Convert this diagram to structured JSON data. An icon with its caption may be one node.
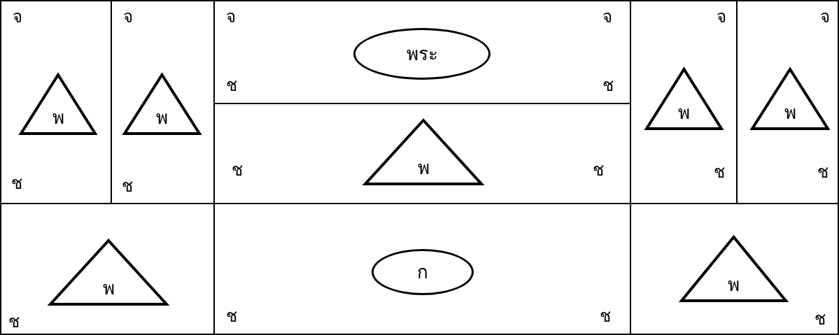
{
  "diagram": {
    "nodes": [
      {
        "text": [
          "จ",
          "ช"
        ]
      },
      {
        "text": [
          "พ"
        ],
        "in": 0
      },
      {
        "text": [
          "จ",
          "ช"
        ]
      },
      {
        "text": [
          "พ"
        ],
        "in": 2
      },
      {
        "text": [
          "จ",
          "จ",
          "ช",
          "ช"
        ]
      },
      {
        "text": [
          "พระ"
        ],
        "in": 4
      },
      {
        "text": [
          "ช",
          "ช"
        ]
      },
      {
        "text": [
          "พ"
        ],
        "in": 6
      },
      {
        "text": [
          "จ",
          "ช"
        ]
      },
      {
        "text": [
          "พ"
        ],
        "in": 8
      },
      {
        "text": [
          "จ",
          "ช"
        ]
      },
      {
        "text": [
          "พ"
        ],
        "in": 10
      },
      {
        "text": [
          "ช"
        ]
      },
      {
        "text": [
          "พ"
        ],
        "in": 12
      },
      {
        "text": [
          "ช",
          "ช"
        ]
      },
      {
        "text": [
          "ก"
        ],
        "in": 14
      },
      {
        "text": [
          "ช"
        ]
      },
      {
        "text": [
          "พ"
        ],
        "in": 16
      }
    ]
  }
}
